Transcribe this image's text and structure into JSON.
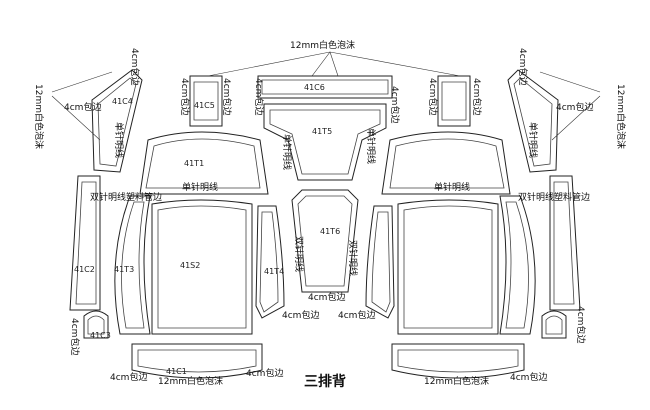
{
  "title": "三排背",
  "foam_top": "12mm白色泡沫",
  "foam_left": "12mm白色泡沫",
  "foam_right": "12mm白色泡沫",
  "foam_bottom_left": "12mm白色泡沫",
  "foam_bottom_right": "12mm白色泡沫",
  "edge_label": "4cm包边",
  "single_stitch": "单针明线",
  "double_stitch": "双针明线",
  "double_stitch_tube": "双针明线塑料管边",
  "parts": {
    "c1": "41C1",
    "c2": "41C2",
    "c3": "41C3",
    "c4": "41C4",
    "c5": "41C5",
    "c6": "41C6",
    "s2": "41S2",
    "t1": "41T1",
    "t3": "41T3",
    "t4": "41T4",
    "t5": "41T5",
    "t6": "41T6"
  },
  "colors": {
    "line": "#222222",
    "text": "#111111",
    "background": "#ffffff"
  }
}
